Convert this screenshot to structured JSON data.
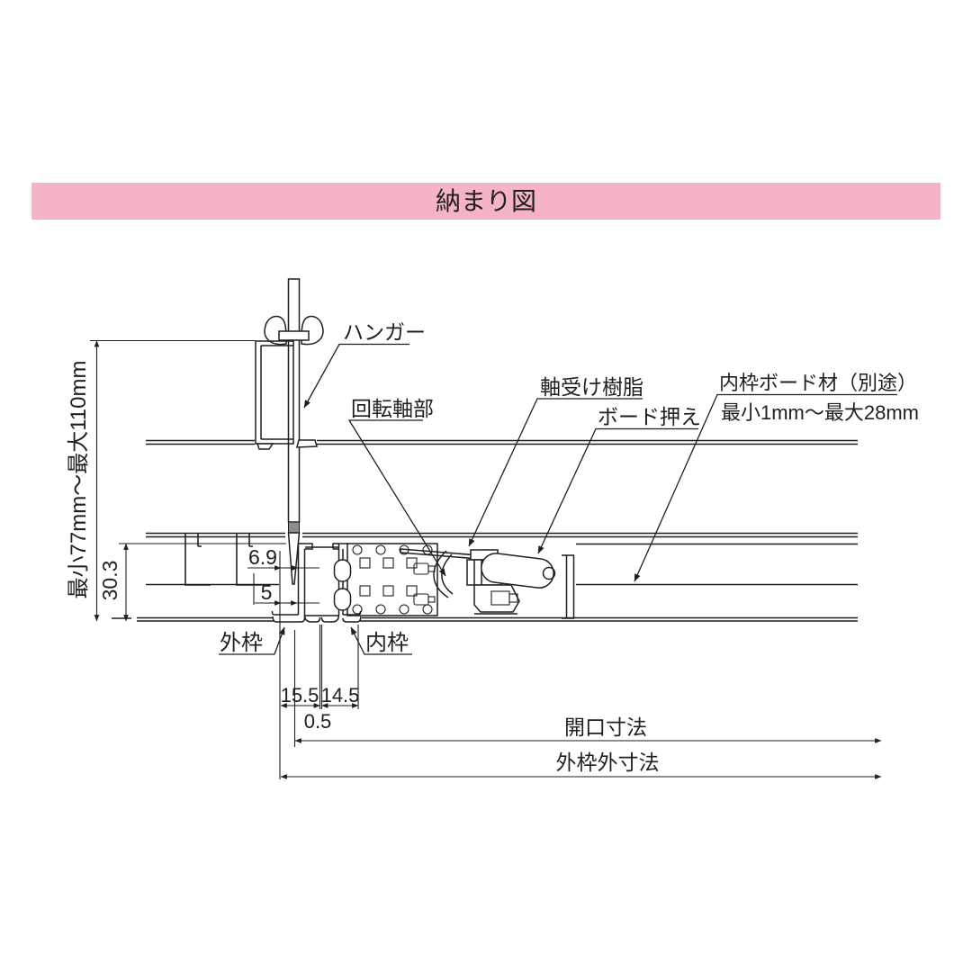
{
  "banner": {
    "title": "納まり図",
    "bg_color": "#F5B4C5",
    "text_color": "#1f1f1f"
  },
  "drawing": {
    "line_color": "#1f1f1f",
    "callouts": {
      "hanger": "ハンガー",
      "rotation_shaft": "回転軸部",
      "bearing_resin": "軸受け樹脂",
      "board_presser": "ボード押え",
      "inner_frame_board": "内枠ボード材（別途）",
      "inner_frame_board_range": "最小1mm〜最大28mm",
      "outer_frame": "外枠",
      "inner_frame": "内枠"
    },
    "dimensions": {
      "ceiling_height_range": "最小77mm〜最大110mm",
      "frame_depth": "30.3",
      "hanger_offset": "6.9",
      "edge_gap": "5",
      "outer_lip_width": "15.5",
      "inner_lip_width": "14.5",
      "frame_gap": "0.5",
      "opening": "開口寸法",
      "outer_frame_outer": "外枠外寸法"
    }
  }
}
